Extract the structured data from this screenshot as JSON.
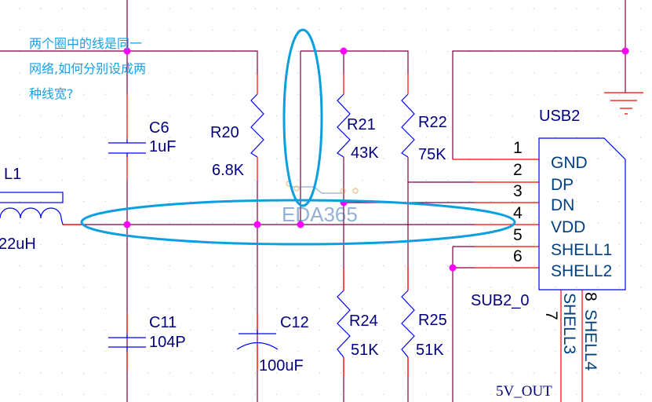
{
  "annotation": {
    "lines": [
      "两个圈中的线是同一",
      "网络,如何分别设成两",
      "种线宽?"
    ]
  },
  "watermark": "EDA365",
  "components": {
    "L1": {
      "ref": "L1",
      "value": "22uH"
    },
    "C6": {
      "ref": "C6",
      "value": "1uF"
    },
    "R20": {
      "ref": "R20",
      "value": "6.8K"
    },
    "R21": {
      "ref": "R21",
      "value": "43K"
    },
    "R22": {
      "ref": "R22",
      "value": "75K"
    },
    "C11": {
      "ref": "C11",
      "value": "104P"
    },
    "C12": {
      "ref": "C12",
      "value": "100uF"
    },
    "R24": {
      "ref": "R24",
      "value": "51K"
    },
    "R25": {
      "ref": "R25",
      "value": "51K"
    }
  },
  "usb": {
    "ref": "USB2",
    "part": "SUB2_0",
    "pins": [
      {
        "num": "1",
        "name": "GND"
      },
      {
        "num": "2",
        "name": "DP"
      },
      {
        "num": "3",
        "name": "DN"
      },
      {
        "num": "4",
        "name": "VDD"
      },
      {
        "num": "5",
        "name": "SHELL1"
      },
      {
        "num": "6",
        "name": "SHELL2"
      }
    ],
    "extra_pins": [
      {
        "num": "7",
        "name": "SHELL3"
      },
      {
        "num": "8",
        "name": "SHELL4"
      }
    ],
    "net_label": "5V_OUT"
  },
  "colors": {
    "wire": "#800040",
    "junction": "#ff00ff",
    "highlight": "#0aa0e0"
  }
}
